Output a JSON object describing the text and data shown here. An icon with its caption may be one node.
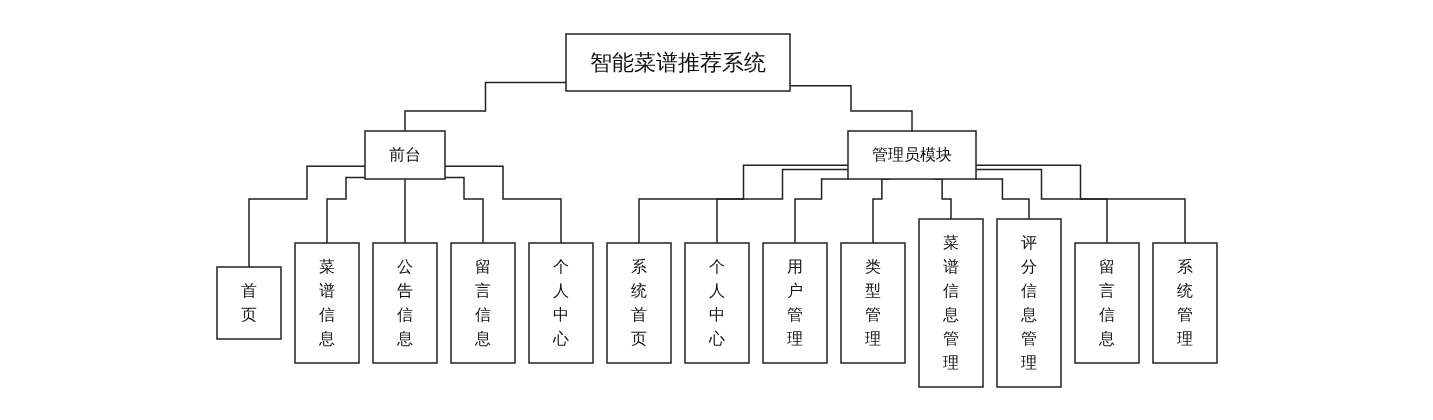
{
  "diagram": {
    "nodes": [
      {
        "text": [
          "智能菜谱推荐系统"
        ]
      },
      {
        "text": [
          "前台"
        ]
      },
      {
        "text": [
          "管理员模块"
        ]
      },
      {
        "text": [
          "首页"
        ]
      },
      {
        "text": [
          "菜谱信息"
        ]
      },
      {
        "text": [
          "公告信息"
        ]
      },
      {
        "text": [
          "留言信息"
        ]
      },
      {
        "text": [
          "个人中心"
        ]
      },
      {
        "text": [
          "系统首页"
        ]
      },
      {
        "text": [
          "个人中心"
        ]
      },
      {
        "text": [
          "用户管理"
        ]
      },
      {
        "text": [
          "类型管理"
        ]
      },
      {
        "text": [
          "菜谱信息管理"
        ]
      },
      {
        "text": [
          "评分信息管理"
        ]
      },
      {
        "text": [
          "留言信息"
        ]
      },
      {
        "text": [
          "系统管理"
        ]
      }
    ],
    "edges": [
      {
        "from": 0,
        "to": 1,
        "arrow": "none"
      },
      {
        "from": 0,
        "to": 2,
        "arrow": "none"
      },
      {
        "from": 1,
        "to": 3,
        "arrow": "none"
      },
      {
        "from": 1,
        "to": 4,
        "arrow": "none"
      },
      {
        "from": 1,
        "to": 5,
        "arrow": "none"
      },
      {
        "from": 1,
        "to": 6,
        "arrow": "none"
      },
      {
        "from": 1,
        "to": 7,
        "arrow": "none"
      },
      {
        "from": 2,
        "to": 8,
        "arrow": "none"
      },
      {
        "from": 2,
        "to": 9,
        "arrow": "none"
      },
      {
        "from": 2,
        "to": 10,
        "arrow": "none"
      },
      {
        "from": 2,
        "to": 11,
        "arrow": "none"
      },
      {
        "from": 2,
        "to": 12,
        "arrow": "none"
      },
      {
        "from": 2,
        "to": 13,
        "arrow": "none"
      },
      {
        "from": 2,
        "to": 14,
        "arrow": "none"
      },
      {
        "from": 2,
        "to": 15,
        "arrow": "none"
      }
    ]
  }
}
